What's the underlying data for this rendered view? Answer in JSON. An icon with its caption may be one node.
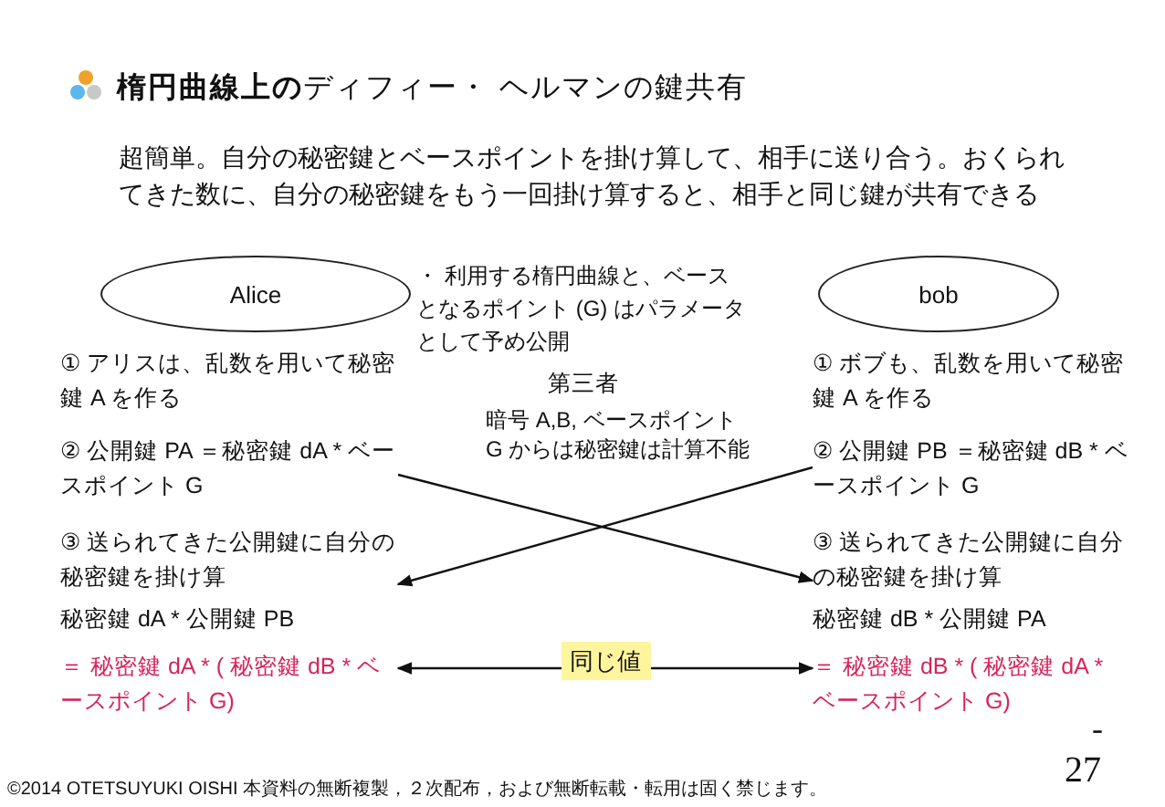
{
  "diagram": {
    "title": "**楕円曲線上の**ディフィー・ ヘルマンの鍵共有",
    "nodes": [
      {
        "text": [
          "Alice"
        ]
      },
      {
        "text": [
          "bob"
        ]
      },
      {
        "text": [
          "② 公開鍵 PA ＝秘密鍵 dA * ベースポイント G"
        ]
      },
      {
        "text": [
          "② 公開鍵 PB ＝秘密鍵 dB * ベースポイント G"
        ]
      },
      {
        "text": [
          "③ 送られてきた公開鍵に自分の秘密鍵を掛け算"
        ]
      },
      {
        "text": [
          "③ 送られてきた公開鍵に自分の秘密鍵を掛け算"
        ]
      },
      {
        "text": [
          "＝ 秘密鍵 dA * ( 秘密鍵 dB * ベースポイント G)"
        ]
      },
      {
        "text": [
          "＝ 秘密鍵 dB * ( 秘密鍵 dA * ベースポイント G)"
        ]
      }
    ],
    "edges": [
      {
        "from": 2,
        "to": 5,
        "arrow": "to"
      },
      {
        "from": 3,
        "to": 4,
        "arrow": "to"
      },
      {
        "from": 6,
        "to": 7,
        "arrow": "both",
        "label": "同じ値"
      }
    ],
    "labels": [
      "超簡単。自分の秘密鍵とベースポイントを掛け算して、相手に送り合う。おくられてきた数に、自分の秘密鍵をもう一回掛け算すると、相手と同じ鍵が共有できる",
      "・ 利用する楕円曲線と、ベースとなるポイント (G) はパラメータとして予め公開",
      "① アリスは、乱数を用いて秘密鍵 A を作る",
      "① ボブも、乱数を用いて秘密鍵 A を作る",
      "第三者",
      "暗号 A,B, ベースポイント G からは秘密鍵は計算不能",
      "秘密鍵 dA * 公開鍵 PB",
      "秘密鍵 dB * 公開鍵 PA",
      "-",
      "27",
      "©2014 OTETSUYUKI OISHI 本資料の無断複製，２次配布，および無断転載・転用は固く禁じます。"
    ]
  }
}
